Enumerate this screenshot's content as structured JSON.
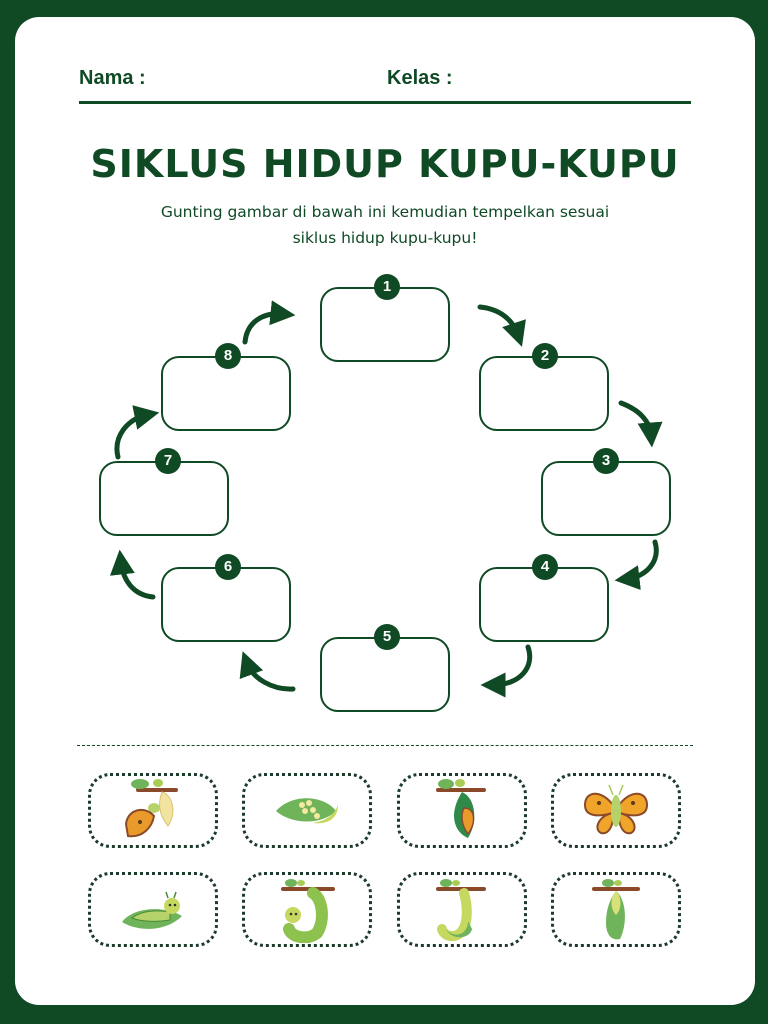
{
  "header": {
    "name_label": "Nama :",
    "class_label": "Kelas :"
  },
  "title": "SIKLUS HIDUP KUPU-KUPU",
  "instruction": {
    "line1": "Gunting gambar di bawah ini kemudian tempelkan sesuai",
    "line2": "siklus hidup kupu-kupu!"
  },
  "cycle_boxes": [
    {
      "number": "1"
    },
    {
      "number": "2"
    },
    {
      "number": "3"
    },
    {
      "number": "4"
    },
    {
      "number": "5"
    },
    {
      "number": "6"
    },
    {
      "number": "7"
    },
    {
      "number": "8"
    }
  ],
  "cutout_cards": [
    {
      "image": "butterfly-emerging-from-chrysalis"
    },
    {
      "image": "eggs-on-leaf"
    },
    {
      "image": "dark-chrysalis-with-wing-pattern"
    },
    {
      "image": "adult-butterfly"
    },
    {
      "image": "caterpillar-on-leaf"
    },
    {
      "image": "caterpillar-hanging-from-branch"
    },
    {
      "image": "caterpillar-j-shape-forming-chrysalis"
    },
    {
      "image": "green-chrysalis-on-branch"
    }
  ],
  "colors": {
    "frame": "#0f4a25",
    "text": "#0f4a25",
    "leaf_green": "#6fb35a",
    "butterfly_orange": "#f0a42a",
    "branch_brown": "#8a4a2a"
  }
}
